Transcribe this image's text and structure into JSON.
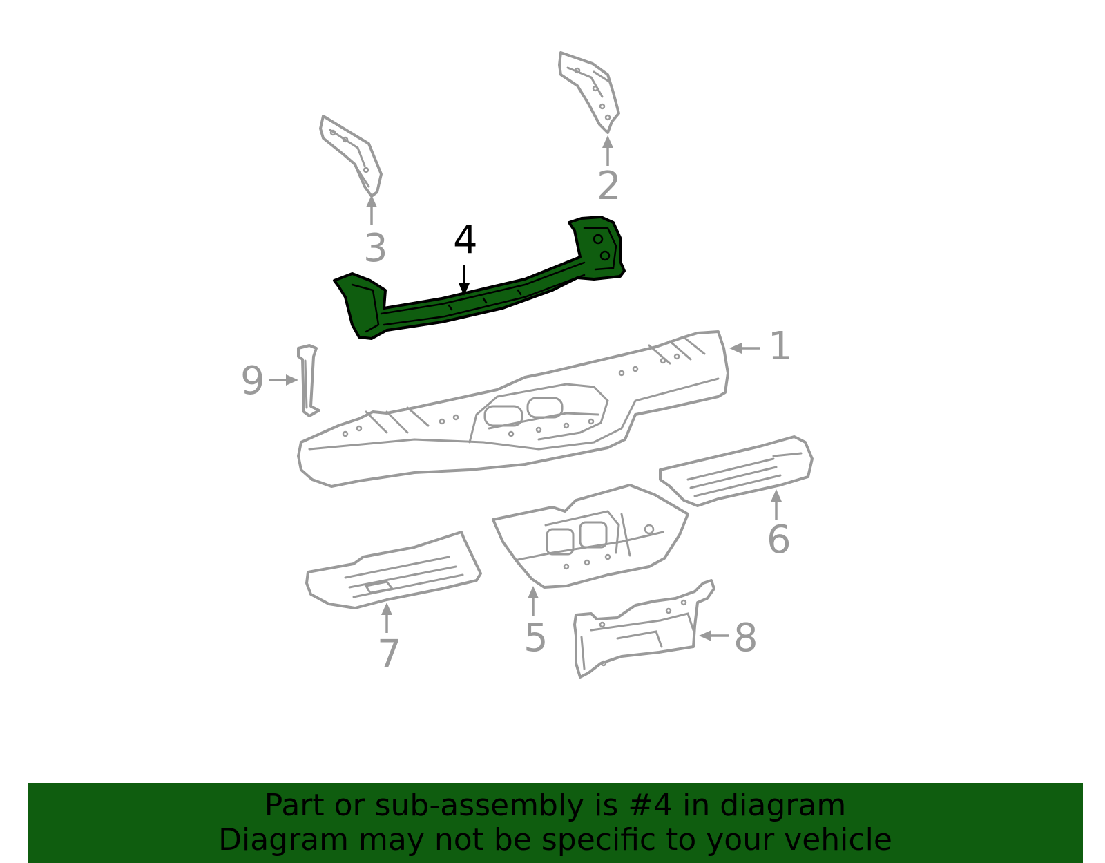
{
  "callouts": [
    "1",
    "2",
    "3",
    "4",
    "5",
    "6",
    "7",
    "8",
    "9"
  ],
  "highlighted_part": "4",
  "colors": {
    "highlight": "#0f5d0f",
    "parts_outline": "#9a9a9a",
    "banner": "#0f5d0f"
  },
  "banner": {
    "line1": "Part or sub-assembly is #4 in diagram",
    "line2": "Diagram may not be specific to your vehicle"
  }
}
